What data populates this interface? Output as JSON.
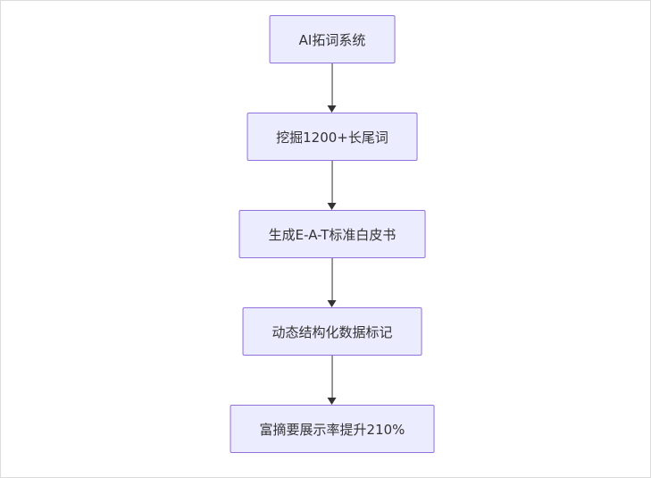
{
  "diagram": {
    "type": "flowchart",
    "direction": "top-down",
    "nodes": [
      {
        "id": "A",
        "label": "AI拓词系统"
      },
      {
        "id": "B",
        "label": "挖掘1200+长尾词"
      },
      {
        "id": "C",
        "label": "生成E-A-T标准白皮书"
      },
      {
        "id": "D",
        "label": "动态结构化数据标记"
      },
      {
        "id": "E",
        "label": "富摘要展示率提升210%"
      }
    ],
    "edges": [
      {
        "from": "A",
        "to": "B"
      },
      {
        "from": "B",
        "to": "C"
      },
      {
        "from": "C",
        "to": "D"
      },
      {
        "from": "D",
        "to": "E"
      }
    ],
    "colors": {
      "node_fill": "#ECECFF",
      "node_border": "#9370DB",
      "arrow": "#333333",
      "text": "#333333",
      "background": "#FFFFFF"
    }
  }
}
